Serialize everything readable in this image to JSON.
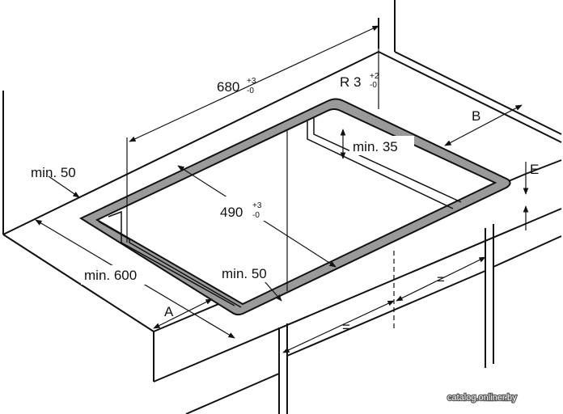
{
  "dimensions": {
    "width_680": {
      "value": "680",
      "tol_plus": "+3",
      "tol_minus": "-0"
    },
    "depth_490": {
      "value": "490",
      "tol_plus": "+3",
      "tol_minus": "-0"
    },
    "radius": {
      "value": "R 3",
      "tol_plus": "+2",
      "tol_minus": "-0"
    },
    "min_50_left": "min. 50",
    "min_600": "min. 600",
    "min_50_front": "min. 50",
    "min_35": "min. 35"
  },
  "letters": {
    "a": "A",
    "b": "B",
    "e": "E"
  },
  "equal_sign_right": "=",
  "equal_sign_front": "=",
  "watermark": "catalog.onliner.by",
  "colors": {
    "line": "#111111",
    "cutout_fill": "#9a9a9a",
    "background": "#ffffff"
  }
}
